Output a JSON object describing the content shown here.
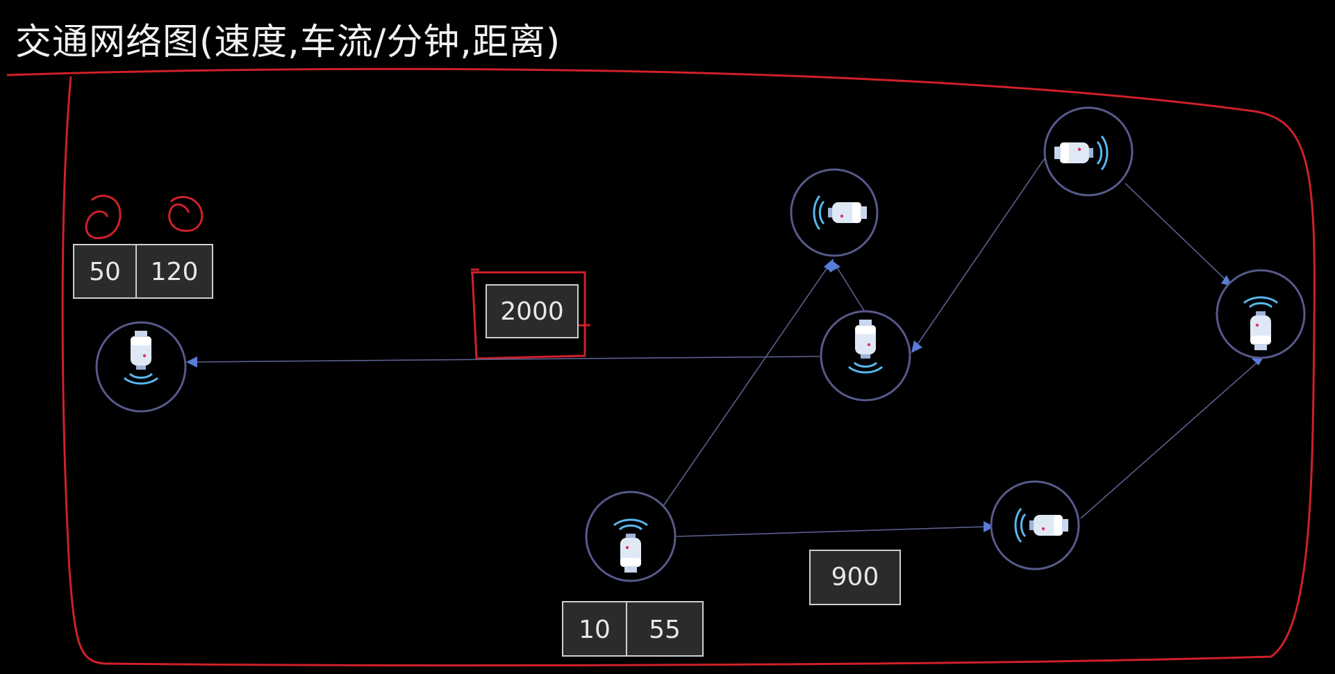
{
  "title": "交通网络图(速度,车流/分钟,距离)",
  "colors": {
    "background": "#000000",
    "node_stroke": "#565a8a",
    "edge": "#5a6090",
    "arrow": "#5a7bd8",
    "annotation": "#d0202a",
    "box_fill": "#2b2b2b",
    "box_stroke": "#cfcfcf"
  },
  "node_icon": "camera-icon",
  "value_boxes": {
    "left_node": [
      "50",
      "120"
    ],
    "bottom_node": [
      "10",
      "55"
    ]
  },
  "edge_labels": {
    "top": "2000",
    "bottom": "900"
  }
}
